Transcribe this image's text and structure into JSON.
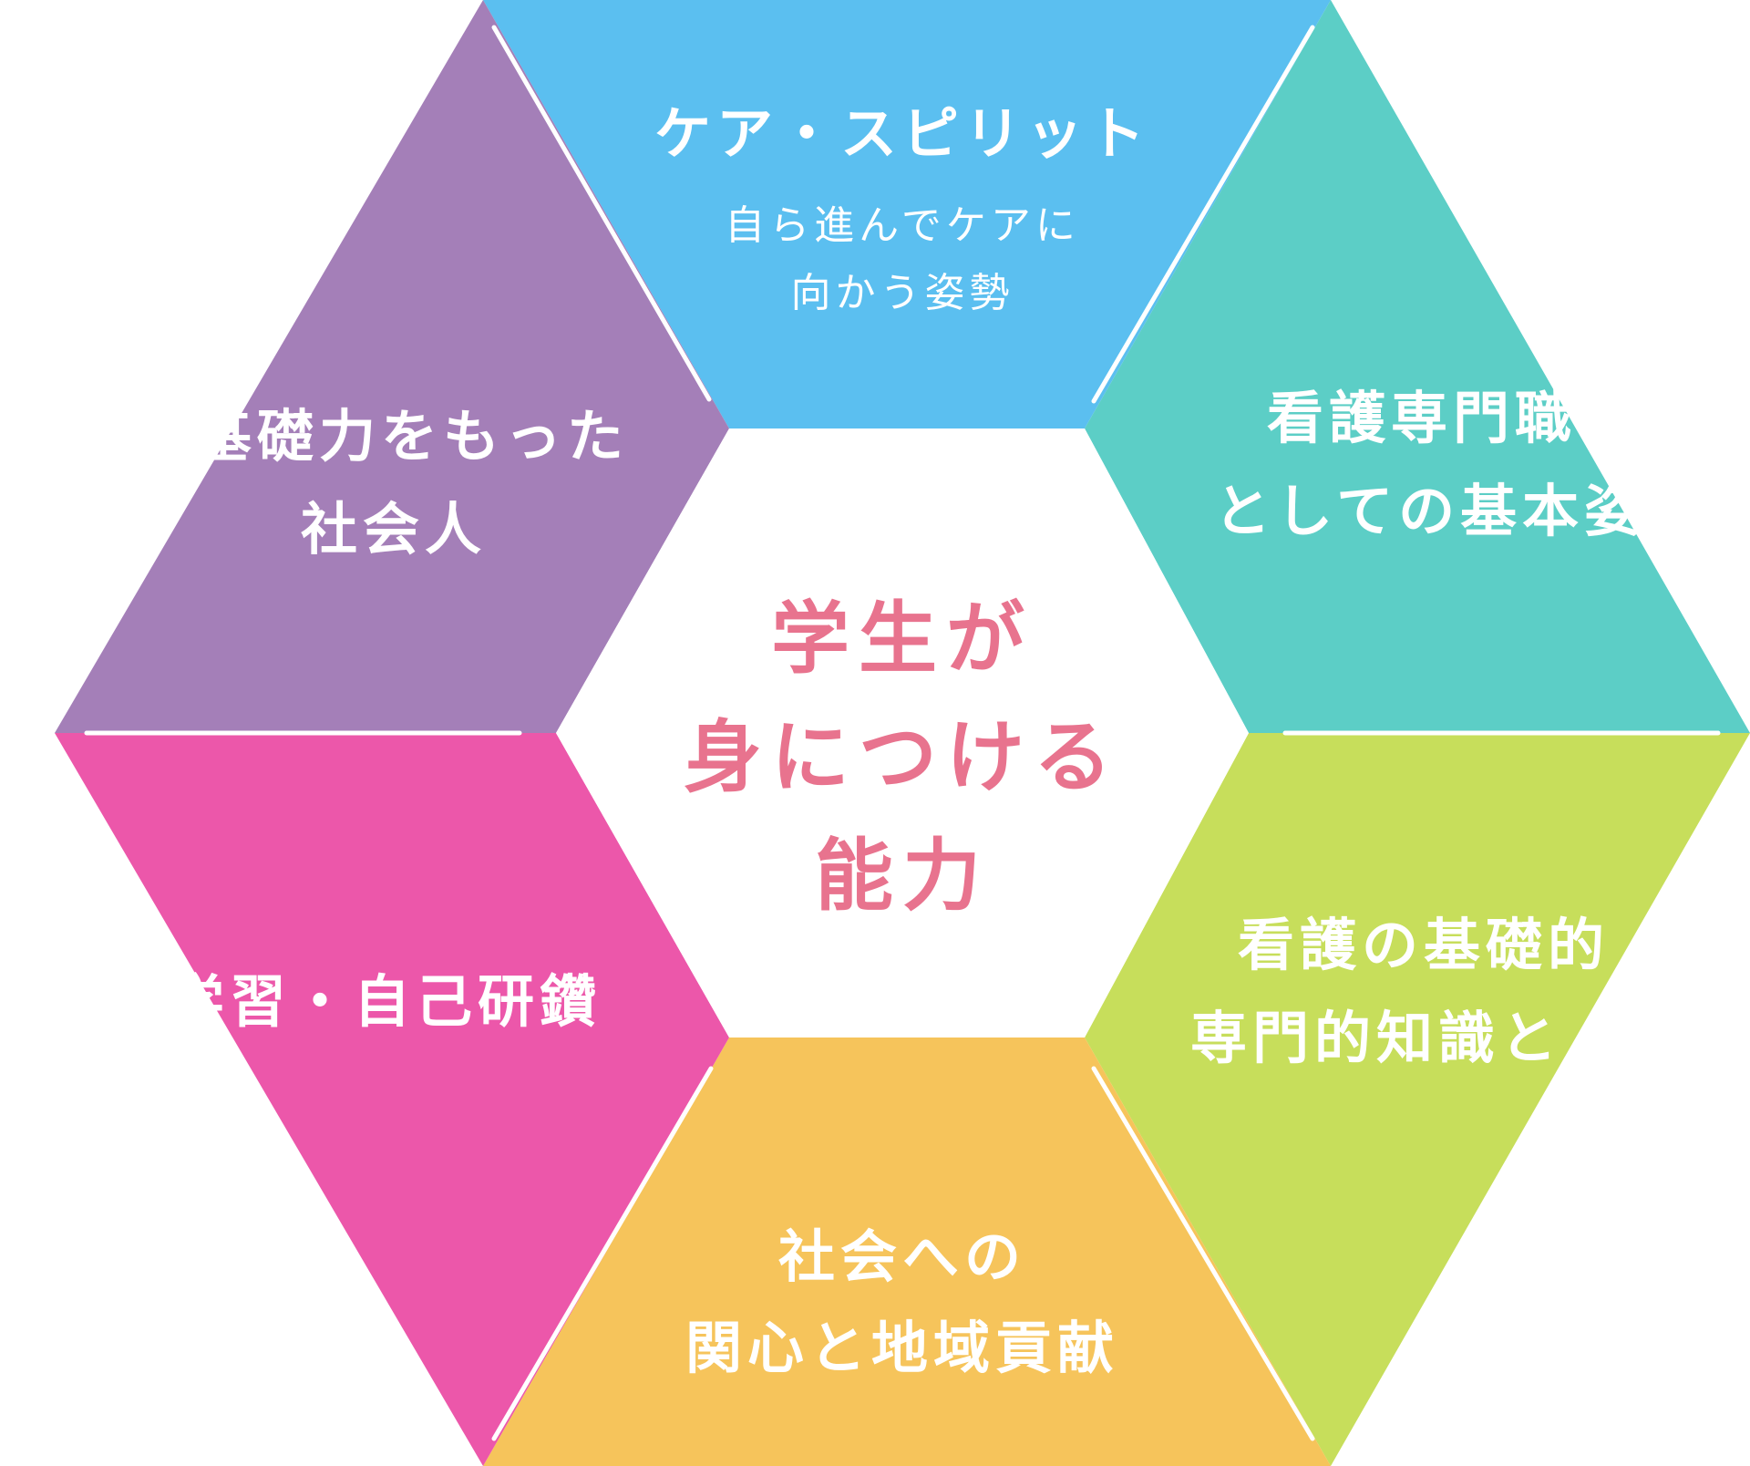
{
  "colors": {
    "top": "#5bbff0",
    "top_right": "#5ccec6",
    "bottom_right": "#c7de5b",
    "bottom": "#f6c45b",
    "bottom_left": "#ec57aa",
    "top_left": "#a47fb8",
    "center_text": "#e8738e"
  },
  "segments": {
    "top": {
      "title": "ケア・スピリット",
      "sub_line1": "自ら進んでケアに",
      "sub_line2": "向かう姿勢"
    },
    "top_right": {
      "line1": "看護専門職",
      "line2": "としての基本姿"
    },
    "bottom_right": {
      "line1": "看護の基礎的",
      "line2": "専門的知識と"
    },
    "bottom": {
      "line1": "社会への",
      "line2": "関心と地域貢献"
    },
    "bottom_left": {
      "line1": "学習・自己研鑽"
    },
    "top_left": {
      "line1": "基礎力をもった",
      "line2": "社会人"
    }
  },
  "center": {
    "line1": "学生が",
    "line2": "身につける",
    "line3": "能力"
  }
}
